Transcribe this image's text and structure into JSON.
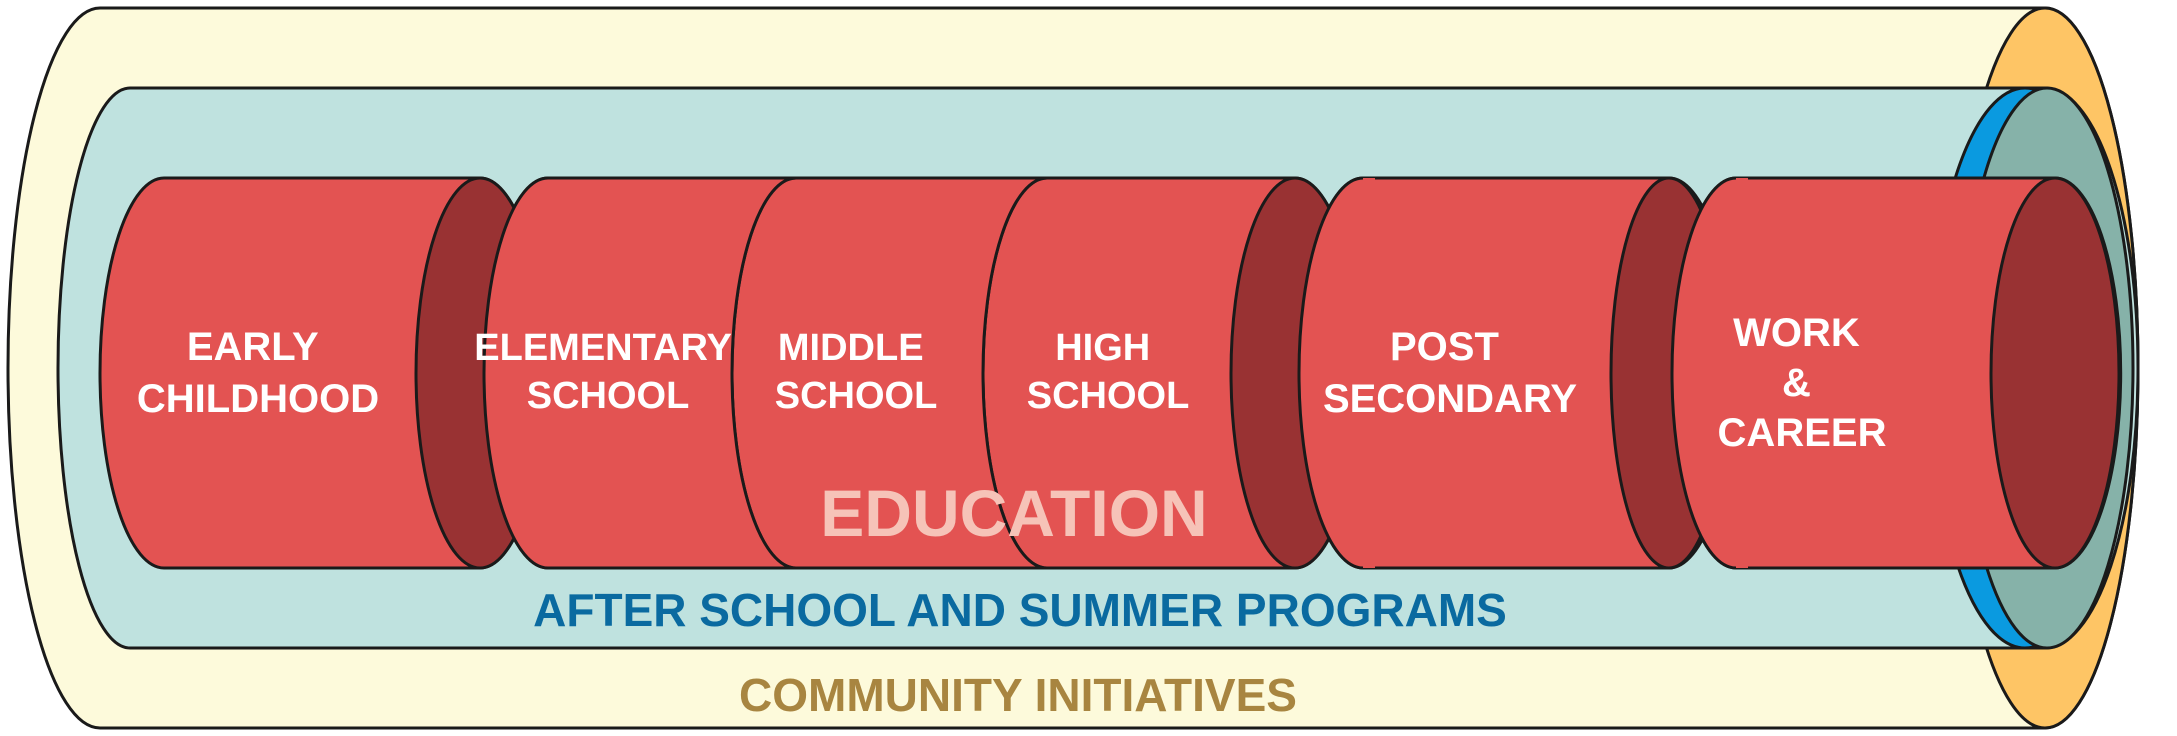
{
  "diagram": {
    "stages": [
      {
        "id": "early-childhood",
        "lines": [
          "EARLY",
          "CHILDHOOD"
        ]
      },
      {
        "id": "elementary-school",
        "lines": [
          "ELEMENTARY",
          "SCHOOL"
        ]
      },
      {
        "id": "middle-school",
        "lines": [
          "MIDDLE",
          "SCHOOL"
        ]
      },
      {
        "id": "high-school",
        "lines": [
          "HIGH",
          "SCHOOL"
        ]
      },
      {
        "id": "post-secondary",
        "lines": [
          "POST",
          "SECONDARY"
        ]
      },
      {
        "id": "work-career",
        "lines": [
          "WORK",
          "&",
          "CAREER"
        ]
      }
    ],
    "core_label": "EDUCATION",
    "middle_layer_label": "AFTER SCHOOL AND SUMMER PROGRAMS",
    "outer_layer_label": "COMMUNITY INITIATIVES",
    "colors": {
      "outer_layer": "#fdfadb",
      "outer_rim": "#fec565",
      "middle_layer": "#bfe2df",
      "middle_rim": "#0a9ae0",
      "middle_inner": "#86b2a9",
      "segment": "#e35352",
      "segment_end": "#993233",
      "education_text": "#f6c3b8",
      "middle_text": "#0a6aa0",
      "outer_text": "#a88540",
      "segment_text": "#ffffff"
    }
  }
}
